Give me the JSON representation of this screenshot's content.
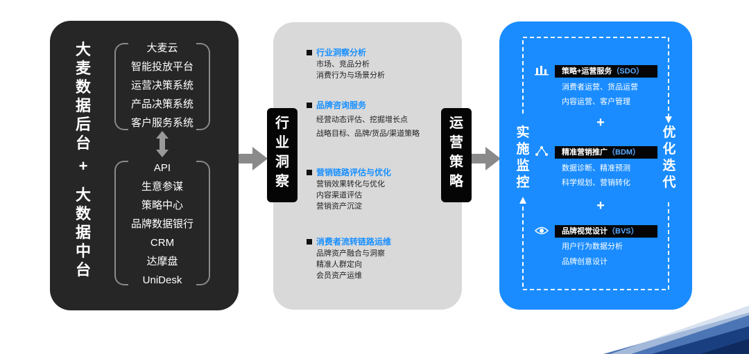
{
  "panel_left": {
    "title_top": [
      "大",
      "麦",
      "数",
      "据",
      "后",
      "台"
    ],
    "plus": "+",
    "title_bottom": [
      "大",
      "数",
      "据",
      "中",
      "台"
    ],
    "group_top": [
      "大麦云",
      "智能投放平台",
      "运营决策系统",
      "产品决策系统",
      "客户服务系统"
    ],
    "exchange_icon": "double-arrow-icon",
    "group_bottom": [
      "API",
      "生意参谋",
      "策略中心",
      "品牌数据银行",
      "CRM",
      "达摩盘",
      "UniDesk"
    ]
  },
  "label_insight": [
    "行",
    "业",
    "洞",
    "察"
  ],
  "panel_middle": {
    "blocks": [
      {
        "title": "行业洞察分析",
        "lines": [
          "市场、竞品分析",
          "消费行为与场景分析"
        ]
      },
      {
        "title": "品牌咨询服务",
        "lines": [
          "经营动态评估、挖掘增长点",
          "战略目标、品牌/货品/渠道策略"
        ]
      },
      {
        "title": "营销链路评估与优化",
        "lines": [
          "营销效果转化与优化",
          "内容渠道评估",
          "营销资产沉淀"
        ]
      },
      {
        "title": "消费者流转链路运维",
        "lines": [
          "品牌资产融合与洞察",
          "精准人群定向",
          "会员资产运维"
        ]
      }
    ]
  },
  "label_strategy": [
    "运",
    "营",
    "策",
    "略"
  ],
  "panel_right": {
    "left_title": [
      "实",
      "施",
      "监",
      "控"
    ],
    "right_title": [
      "优",
      "化",
      "迭",
      "代"
    ],
    "services": [
      {
        "name": "策略+运营服务",
        "code": "（SDO）",
        "icon": "bar-chart-icon",
        "lines": [
          "消费者运营、货品运营",
          "内容运营、客户管理"
        ]
      },
      {
        "name": "精准营销推广",
        "code": "（BDM）",
        "icon": "network-icon",
        "lines": [
          "数据诊断、精准预测",
          "科学规划、营销转化"
        ]
      },
      {
        "name": "品牌视觉设计",
        "code": "（BVS）",
        "icon": "eye-icon",
        "lines": [
          "用户行为数据分析",
          "品牌创意设计"
        ]
      }
    ],
    "plus": "+"
  },
  "colors": {
    "dark_panel": "#262626",
    "grey_panel": "#d9d9d9",
    "blue_panel": "#1a8cff",
    "accent_blue": "#1890ff",
    "arrow_grey": "#8a8a8a"
  }
}
